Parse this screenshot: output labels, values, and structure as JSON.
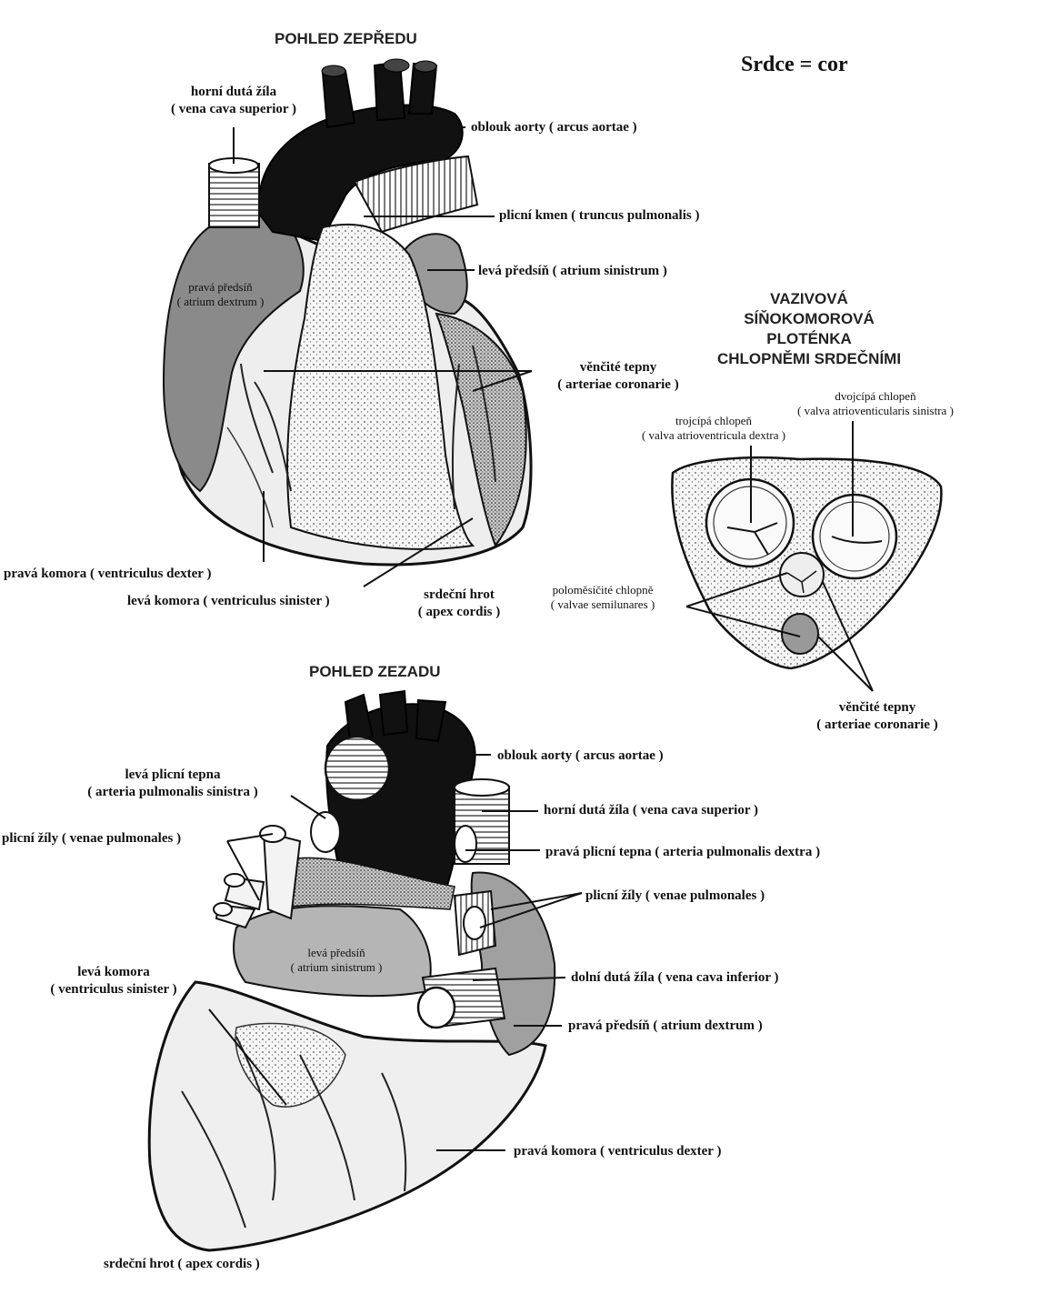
{
  "title": "Srdce = cor",
  "front": {
    "heading": "POHLED ZEPŘEDU",
    "svc": [
      "horní dutá žíla",
      "( vena cava superior )"
    ],
    "aortic_arch": "oblouk aorty ( arcus aortae )",
    "pulm_trunk": "plicní kmen ( truncus pulmonalis )",
    "left_atrium": "levá předsíň ( atrium sinistrum )",
    "right_atrium": [
      "pravá předsíň",
      "( atrium dextrum )"
    ],
    "coronary": [
      "věnčité tepny",
      "( arteriae coronarie )"
    ],
    "right_ventricle": "pravá komora ( ventriculus dexter )",
    "left_ventricle": "levá komora ( ventriculus sinister )",
    "apex": [
      "srdeční hrot",
      "( apex cordis )"
    ]
  },
  "plate": {
    "heading": [
      "VAZIVOVÁ",
      "SÍŇOKOMOROVÁ",
      "PLOTÉNKA",
      "CHLOPNĚMI SRDEČNÍMI"
    ],
    "tricuspid": [
      "trojcípá chlopeň",
      "( valva atrioventricula dextra )"
    ],
    "bicuspid": [
      "dvojcípá chlopeň",
      "( valva atrioventicularis sinistra )"
    ],
    "semilunar": [
      "poloměsíčité chlopně",
      "( valvae semilunares )"
    ],
    "coronary": [
      "věnčité tepny",
      "( arteriae coronarie )"
    ]
  },
  "back": {
    "heading": "POHLED ZEZADU",
    "aortic_arch": "oblouk aorty ( arcus aortae )",
    "left_pulm_artery": [
      "levá plicní tepna",
      "( arteria pulmonalis sinistra )"
    ],
    "pulm_veins_left": "plicní žíly ( venae pulmonales )",
    "svc": "horní dutá žíla ( vena cava superior )",
    "right_pulm_artery": "pravá plicní tepna ( arteria pulmonalis dextra )",
    "pulm_veins_right": "plicní žíly ( venae pulmonales )",
    "left_atrium": [
      "levá předsíň",
      "( atrium sinistrum )"
    ],
    "left_ventricle": [
      "levá komora",
      "( ventriculus sinister )"
    ],
    "ivc": "dolní dutá žíla ( vena cava inferior )",
    "right_atrium": "pravá předsíň ( atrium dextrum )",
    "right_ventricle": "pravá komora ( ventriculus dexter )",
    "apex": "srdeční hrot ( apex cordis )"
  }
}
